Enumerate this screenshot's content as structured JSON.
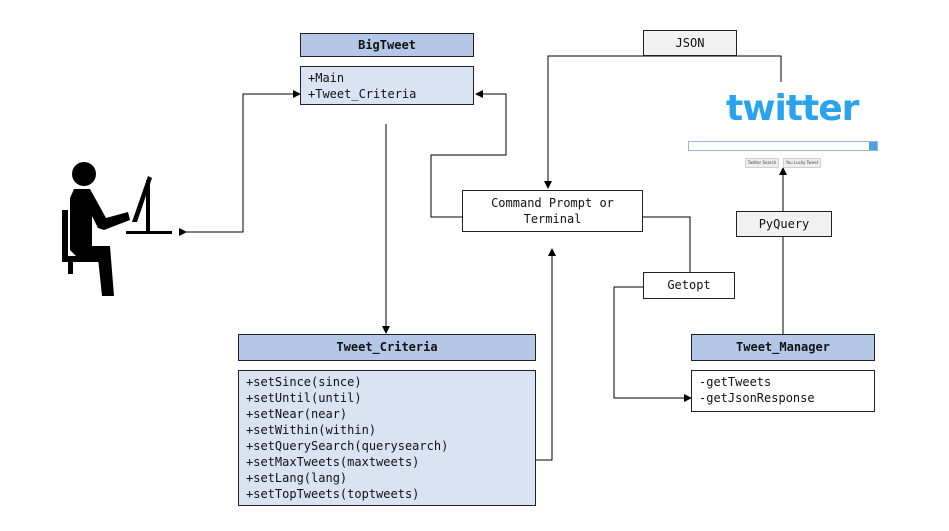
{
  "bigtweet": {
    "title": "BigTweet",
    "members": [
      "+Main",
      "+Tweet_Criteria"
    ]
  },
  "command_prompt": {
    "line1": "Command Prompt or",
    "line2": "Terminal"
  },
  "json_label": "JSON",
  "getopt_label": "Getopt",
  "pyquery_label": "PyQuery",
  "tweet_criteria": {
    "title": "Tweet_Criteria",
    "methods": [
      "+setSince(since)",
      "+setUntil(until)",
      "+setNear(near)",
      "+setWithin(within)",
      "+setQuerySearch(querysearch)",
      "+setMaxTweets(maxtweets)",
      "+setLang(lang)",
      "+setTopTweets(toptweets)"
    ]
  },
  "tweet_manager": {
    "title": "Tweet_Manager",
    "methods": [
      "-getTweets",
      "-getJsonResponse"
    ]
  },
  "twitter": {
    "logo": "twitter",
    "search_button": "Twitter Search",
    "lucky_button": "You Lucky Tweet"
  },
  "icons": {
    "user": "person-at-computer-icon"
  }
}
